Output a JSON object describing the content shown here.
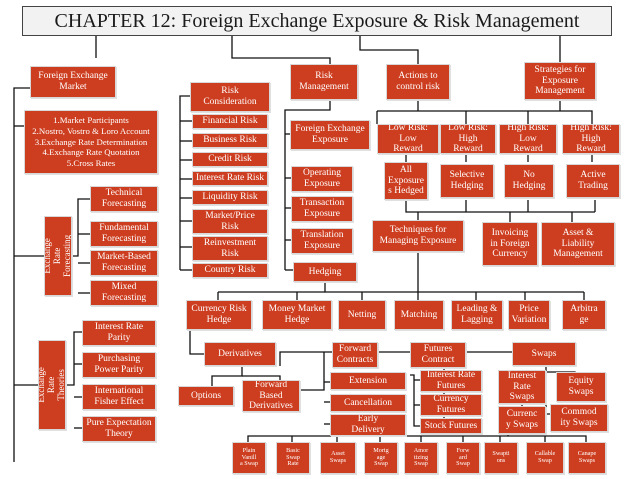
{
  "title": "CHAPTER 12: Foreign Exchange Exposure & Risk Management",
  "colors": {
    "box": "#cd3d1f",
    "line": "#111111",
    "header_bg": "#f2f2f2"
  },
  "nodes": {
    "fx_market": "Foreign Exchange\nMarket",
    "market_list": "1.Market Participants\n2.Nostro, Vostro & Loro Account\n3.Exchange Rate Determination\n4.Exchange Rate Quotation\n5.Cross Rates",
    "er_forecasting": "Exchange Rate\nForecasting",
    "technical": "Technical\nForecasting",
    "fundamental": "Fundamental\nForecasting",
    "market_based": "Market-Based\nForecasting",
    "mixed": "Mixed\nForecasting",
    "er_theories": "Exchange Rate\nTheories",
    "irp": "Interest Rate\nParity",
    "ppp": "Purchasing\nPower Parity",
    "ife": "International\nFisher Effect",
    "pet": "Pure Expectation\nTheory",
    "risk_consideration": "Risk\nConsideration",
    "risk_management": "Risk\nManagement",
    "financial_risk": "Financial Risk",
    "business_risk": "Business Risk",
    "credit_risk": "Credit Risk",
    "interest_rate_risk": "Interest Rate Risk",
    "liquidity_risk": "Liquidity Risk",
    "market_price_risk": "Market/Price\nRisk",
    "reinvestment_risk": "Reinvestment\nRisk",
    "country_risk": "Country Risk",
    "fx_exposure": "Foreign Exchange\nExposure",
    "operating": "Operating\nExposure",
    "transaction": "Transaction\nExposure",
    "translation": "Translation\nExposure",
    "hedging": "Hedging",
    "actions": "Actions to\ncontrol risk",
    "strategies": "Strategies for\nExposure\nManagement",
    "lr_lr": "Low Risk:\nLow\nReward",
    "lr_hr": "Low Risk:\nHigh\nReward",
    "hr_lr": "High Risk:\nLow\nReward",
    "hr_hr": "High Risk:\nHigh\nReward",
    "all_hedged": "All\nExposure\ns Hedged",
    "selective": "Selective\nHedging",
    "no_hedging": "No\nHedging",
    "active": "Active\nTrading",
    "techniques": "Techniques for\nManaging Exposure",
    "invoicing": "Invoicing\nin Foreign\nCurrency",
    "asset_liability": "Asset &\nLiability\nManagement",
    "currency_risk_hedge": "Currency Risk\nHedge",
    "money_market_hedge": "Money Market\nHedge",
    "netting": "Netting",
    "matching": "Matching",
    "leading_lagging": "Leading &\nLagging",
    "price_variation": "Price\nVariation",
    "arbitrage": "Arbitra\nge",
    "derivatives": "Derivatives",
    "options": "Options",
    "forward_based": "Forward\nBased\nDerivatives",
    "forward_contracts": "Forward\nContracts",
    "futures_contract": "Futures\nContract",
    "swaps": "Swaps",
    "extension": "Extension",
    "cancellation": "Cancellation",
    "early_delivery": "Early\nDelivery",
    "interest_rate_futures": "Interest Rate\nFutures",
    "currency_futures": "Currency\nFutures",
    "stock_futures": "Stock Futures",
    "interest_rate_swaps": "Interest\nRate\nSwaps",
    "equity_swaps": "Equity\nSwaps",
    "currency_swaps": "Currenc\ny Swaps",
    "commodity_swaps": "Commod\nity Swaps",
    "plain_vanilla": "Plain\nVanill\na Swap",
    "basic_swap_rate": "Basic\nSwap\nRate",
    "asset_swaps": "Asset\nSwaps",
    "mortgage_swap": "Mortg\nage\nSwap",
    "amortizing_swap": "Amor\ntizing\nSwap",
    "forward_swap": "Forw\nard\nSwap",
    "swaptions": "Swapti\nons",
    "callable_swap": "Callable\nSwap",
    "canape_swaps": "Canape\nSwaps"
  }
}
